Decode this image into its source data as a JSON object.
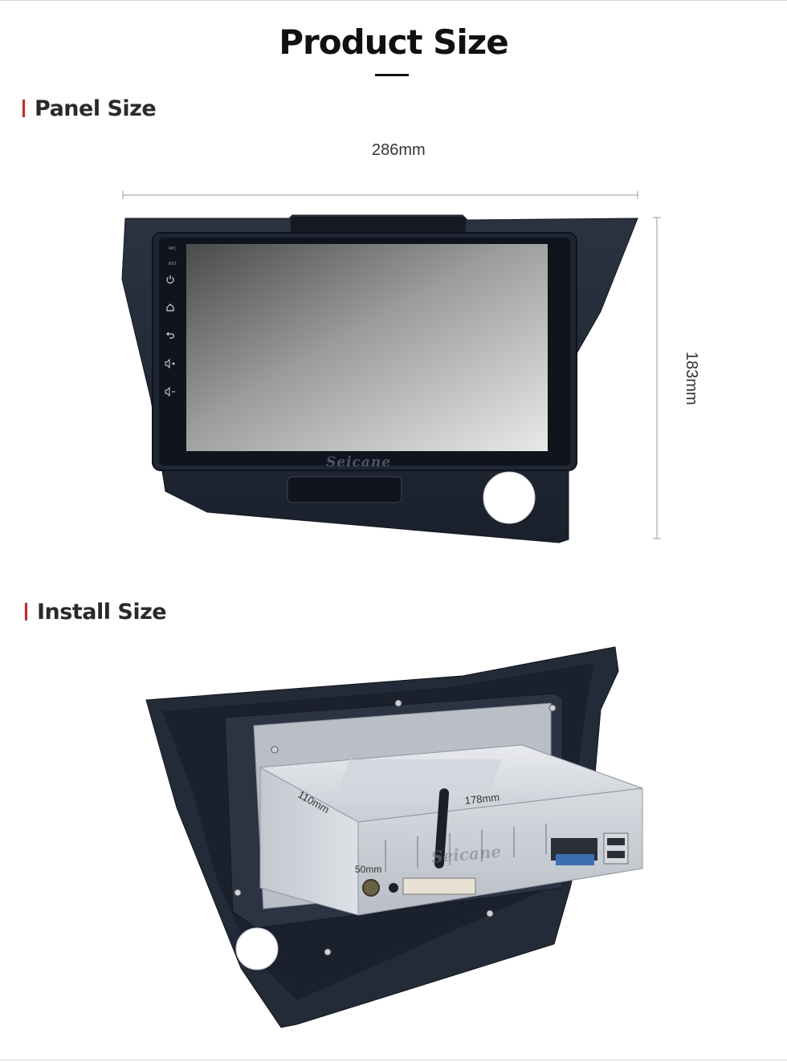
{
  "page": {
    "title": "Product Size"
  },
  "panel_section": {
    "heading": "Panel Size",
    "width_label": "286mm",
    "height_label": "183mm",
    "screen_side_labels": [
      "MIC",
      "RST"
    ],
    "side_icons": [
      "power-icon",
      "home-icon",
      "back-icon",
      "volume-up-icon",
      "volume-down-icon"
    ],
    "brand_watermark": "Seicane"
  },
  "install_section": {
    "heading": "Install Size",
    "depth_label": "110mm",
    "width_label": "178mm",
    "height_label": "50mm",
    "brand_watermark": "Seicane"
  },
  "colors": {
    "accent_mark": "#e02020",
    "bezel": "#1b2231",
    "frame": "#232b3a"
  }
}
